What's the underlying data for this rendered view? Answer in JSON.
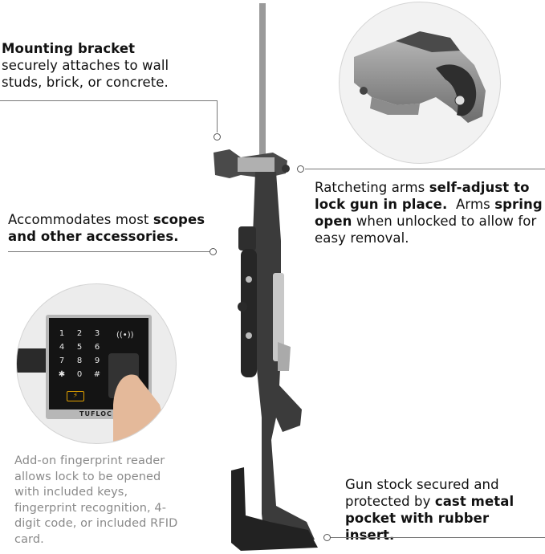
{
  "captions": {
    "mounting": {
      "bold": "Mounting bracket",
      "rest": "securely attaches to wall studs, brick, or concrete."
    },
    "accommodates": {
      "pre": "Accommodates most ",
      "bold": "scopes and other accessories."
    },
    "ratcheting": {
      "pre": "Ratcheting arms ",
      "bold1": "self-adjust to lock gun in place.",
      "mid": "  Arms ",
      "bold2": "spring open",
      "post": " when unlocked to allow for easy removal."
    },
    "fingerprint": {
      "text": "Add-on fingerprint reader allows lock to be opened with included keys, fingerprint recognition, 4-digit code, or included RFID card."
    },
    "stock": {
      "pre": "Gun stock secured and protected by ",
      "bold": "cast metal pocket with rubber insert."
    }
  },
  "keypad": {
    "brand": "TUFLOC",
    "keys": [
      "1",
      "2",
      "3",
      "4",
      "5",
      "6",
      "7",
      "8",
      "9",
      "✱",
      "0",
      "#"
    ]
  },
  "colors": {
    "text": "#111111",
    "note": "#8a8a8a",
    "leader": "#777777",
    "rifle_stock": "#3b3b3b",
    "metal": "#9a9a9a"
  },
  "icons": {
    "battery": "battery-icon",
    "rfid": "rfid-icon"
  }
}
